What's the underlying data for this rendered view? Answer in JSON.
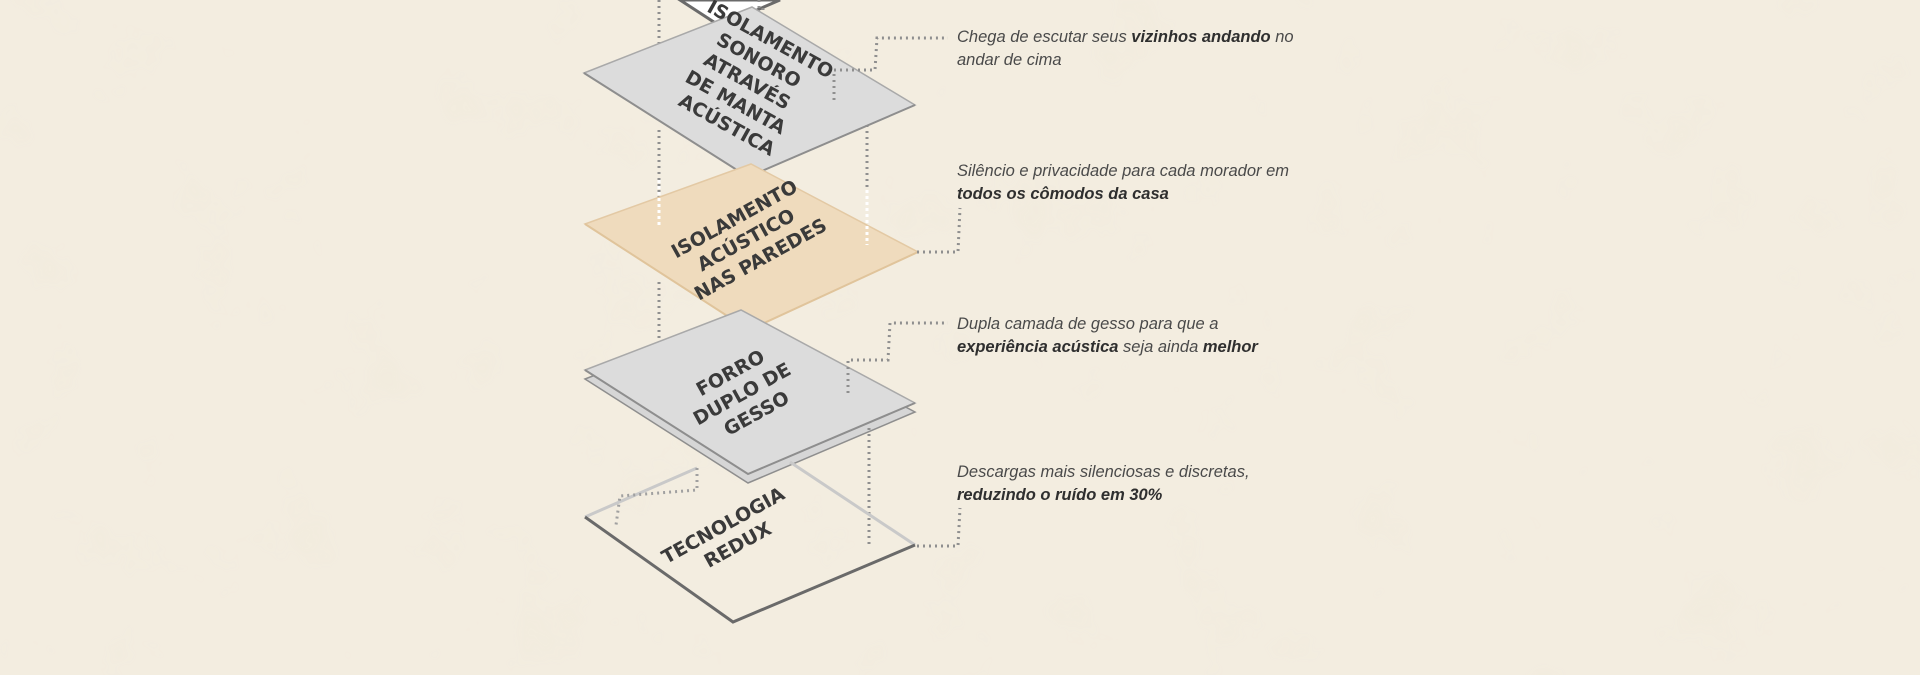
{
  "background": {
    "color": "#f3ede0"
  },
  "colors": {
    "layer_gray": "#dcdcdc",
    "layer_highlight": "#efdbbd",
    "outline": "#6a6a6a",
    "dotted_line": "#8f8f8f",
    "caption_text": "#4a4a4a"
  },
  "layers": [
    {
      "id": "manta",
      "lines": [
        "ISOLAMENTO",
        "SONORO",
        "ATRAVÉS",
        "DE MANTA",
        "ACÚSTICA"
      ],
      "style": "gray"
    },
    {
      "id": "paredes",
      "lines": [
        "ISOLAMENTO",
        "ACÚSTICO",
        "NAS PAREDES"
      ],
      "style": "highlight"
    },
    {
      "id": "forro",
      "lines": [
        "FORRO",
        "DUPLO DE",
        "GESSO"
      ],
      "style": "gray"
    },
    {
      "id": "redux",
      "lines": [
        "TECNOLOGIA",
        "REDUX"
      ],
      "style": "outline"
    }
  ],
  "captions": [
    {
      "id": "manta",
      "parts": [
        {
          "text": "Chega de escutar seus ",
          "bold": false
        },
        {
          "text": "vizinhos andando",
          "bold": true
        },
        {
          "text": " no andar de cima",
          "bold": false
        }
      ]
    },
    {
      "id": "paredes",
      "parts": [
        {
          "text": "Silêncio e privacidade para cada morador em ",
          "bold": false
        },
        {
          "text": "todos os cômodos da casa",
          "bold": true
        }
      ]
    },
    {
      "id": "forro",
      "parts": [
        {
          "text": "Dupla camada de gesso para que a ",
          "bold": false
        },
        {
          "text": "experiência acústica",
          "bold": true
        },
        {
          "text": " seja ainda ",
          "bold": false
        },
        {
          "text": "melhor",
          "bold": true
        }
      ]
    },
    {
      "id": "redux",
      "parts": [
        {
          "text": "Descargas mais silenciosas e discretas, ",
          "bold": false
        },
        {
          "text": "reduzindo o ruído em 30%",
          "bold": true
        }
      ]
    }
  ]
}
